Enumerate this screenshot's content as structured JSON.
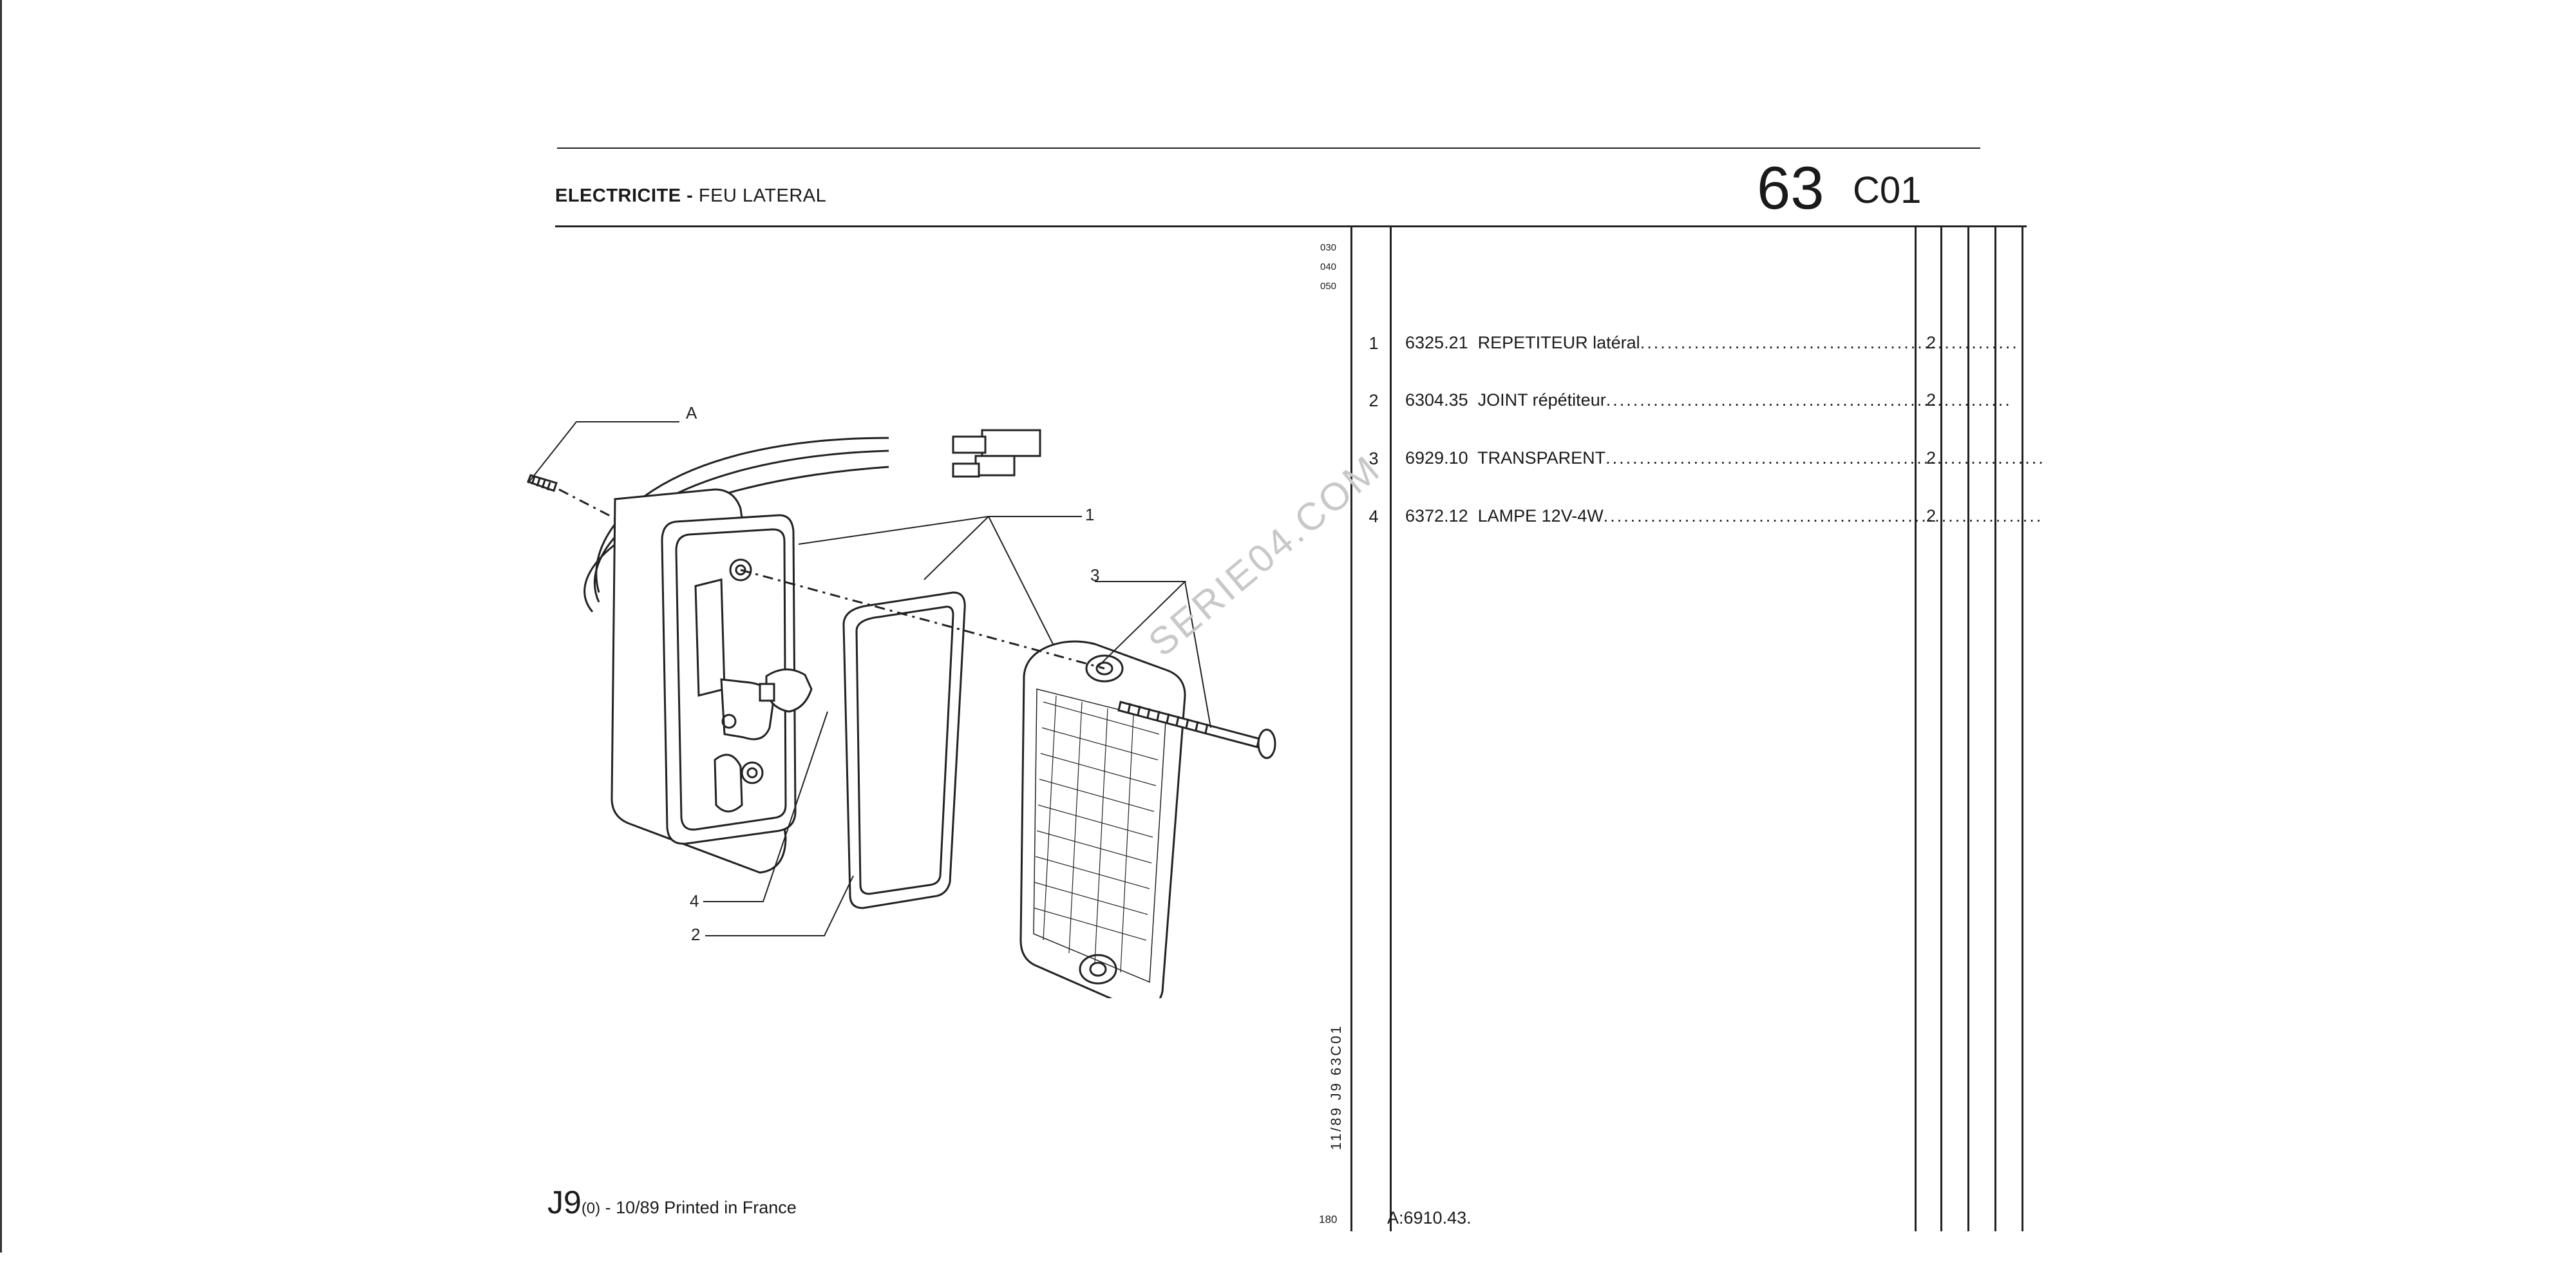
{
  "header": {
    "title_bold": "ELECTRICITE",
    "title_sep": " - ",
    "title_rest": "FEU LATERAL",
    "page_number": "63",
    "page_code": "C01"
  },
  "margin_codes": [
    "030",
    "040",
    "050"
  ],
  "parts": [
    {
      "num": "1",
      "ref": "6325.21",
      "desc": "REPETITEUR latéral",
      "qty": "2"
    },
    {
      "num": "2",
      "ref": "6304.35",
      "desc": "JOINT répétiteur",
      "qty": "2"
    },
    {
      "num": "3",
      "ref": "6929.10",
      "desc": "TRANSPARENT",
      "qty": "2"
    },
    {
      "num": "4",
      "ref": "6372.12",
      "desc": "LAMPE 12V-4W",
      "qty": "2"
    }
  ],
  "diagram": {
    "callouts": [
      "A",
      "1",
      "3",
      "4",
      "2"
    ],
    "watermark": "SERIE04.COM"
  },
  "vertical_code": "11/89 J9 63C01",
  "footer": {
    "main": "J9",
    "sub": "(0)",
    "rest": " - 10/89 Printed in France",
    "ref": "A:6910.43.",
    "page_small": "180"
  }
}
